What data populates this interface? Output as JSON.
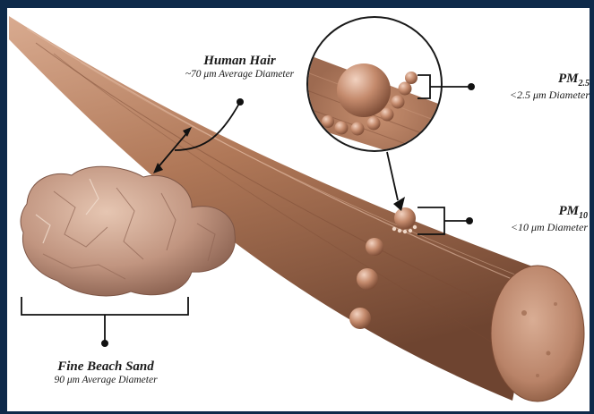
{
  "labels": {
    "human_hair": {
      "title": "Human Hair",
      "subtitle": "~70 μm Average Diameter"
    },
    "pm25": {
      "title_main": "PM",
      "title_sub": "2.5",
      "subtitle": "<2.5 μm Diameter"
    },
    "pm10": {
      "title_main": "PM",
      "title_sub": "10",
      "subtitle": "<10 μm Diameter"
    },
    "sand": {
      "title": "Fine Beach Sand",
      "subtitle": "90 μm Average Diameter"
    }
  },
  "colors": {
    "frame": "#0e2a4a",
    "background": "#ffffff",
    "hair_light": "#c89579",
    "hair_dark": "#8a5a40",
    "sand": "#c9a08a",
    "lines": "#111111"
  },
  "icons": {
    "hair": "hair-strand-illustration",
    "sand": "sand-grain-illustration",
    "pm25": "pm25-particle-cluster",
    "pm10": "pm10-particle",
    "magnifier": "magnifier-circle"
  }
}
